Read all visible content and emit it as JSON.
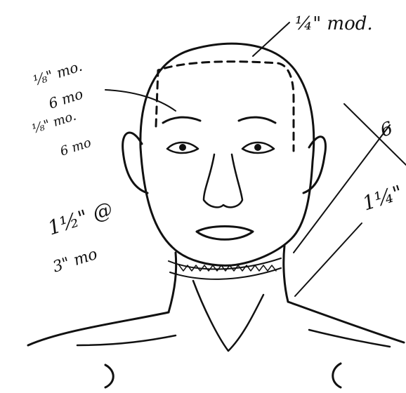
{
  "colors": {
    "ink": "#111111",
    "paper": "#ffffff"
  },
  "notes": {
    "top_right": "¼\" mod.",
    "left_1": "⅛\" mo.",
    "left_2": "6 mo",
    "left_3": "⅛\" mo.",
    "left_4": "6 mo",
    "left_5": "1½\" @",
    "left_6": "3\" mo",
    "right_1": "6",
    "right_2": "1¼\""
  }
}
